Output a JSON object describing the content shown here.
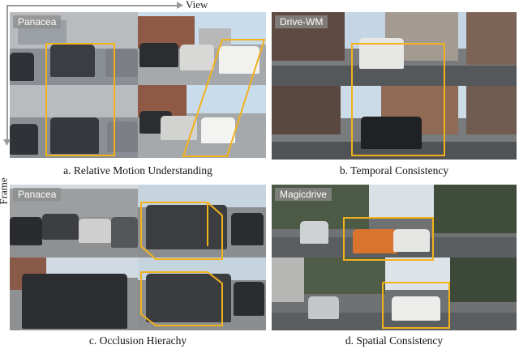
{
  "axes": {
    "view_label": "View",
    "frame_label": "Frame"
  },
  "panels": [
    {
      "tag": "Panacea",
      "caption": "a. Relative Motion Understanding"
    },
    {
      "tag": "Drive-WM",
      "caption": "b. Temporal Consistency"
    },
    {
      "tag": "Panacea",
      "caption": "c. Occlusion Hierachy"
    },
    {
      "tag": "Magicdrive",
      "caption": "d. Spatial Consistency"
    }
  ],
  "colors": {
    "highlight": "#f2b21c",
    "axis_arrow": "#9a9a9a"
  }
}
